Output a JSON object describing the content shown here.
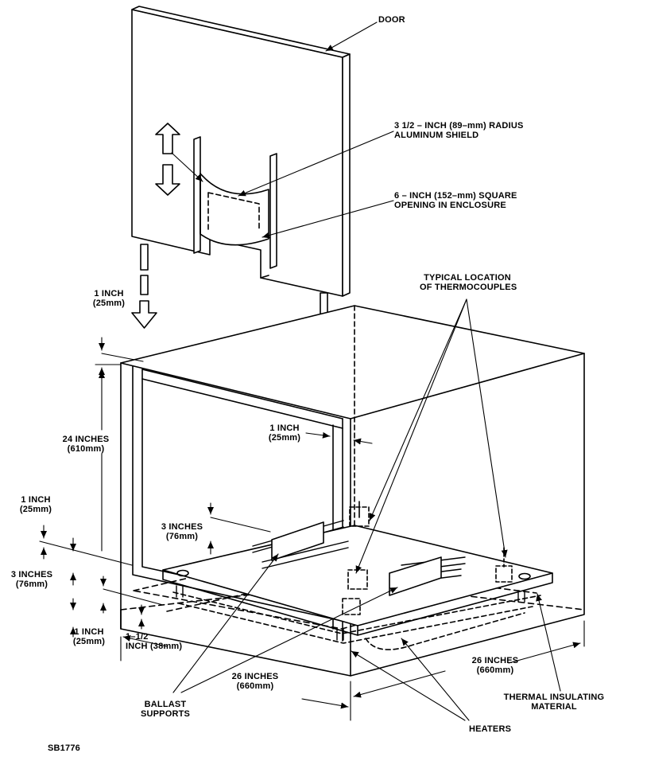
{
  "labels": {
    "door": "DOOR",
    "shield_1": "3 1/2 – INCH (89–mm) RADIUS",
    "shield_2": "ALUMINUM SHIELD",
    "opening_1": "6 – INCH (152–mm) SQUARE",
    "opening_2": "OPENING IN ENCLOSURE",
    "thermo_1": "TYPICAL LOCATION",
    "thermo_2": "OF THERMOCOUPLES",
    "wall_top_1": "1 INCH",
    "wall_top_2": "(25mm)",
    "height_1": "24 INCHES",
    "height_2": "(610mm)",
    "wall_inner_1": "1 INCH",
    "wall_inner_2": "(25mm)",
    "gap_1": "1 INCH",
    "gap_2": "(25mm)",
    "ballast_h_1": "3 INCHES",
    "ballast_h_2": "(76mm)",
    "platform_1": "3 INCHES",
    "platform_2": "(76mm)",
    "bottom_1": "1 INCH",
    "bottom_2": "(25mm)",
    "base_1": "1–1/2",
    "base_2": "INCH (38mm)",
    "width_front_1": "26 INCHES",
    "width_front_2": "(660mm)",
    "width_side_1": "26 INCHES",
    "width_side_2": "(660mm)",
    "insul_1": "THERMAL INSULATING",
    "insul_2": "MATERIAL",
    "ballast_1": "BALLAST",
    "ballast_2": "SUPPORTS",
    "heaters": "HEATERS",
    "figure_id": "SB1776"
  }
}
